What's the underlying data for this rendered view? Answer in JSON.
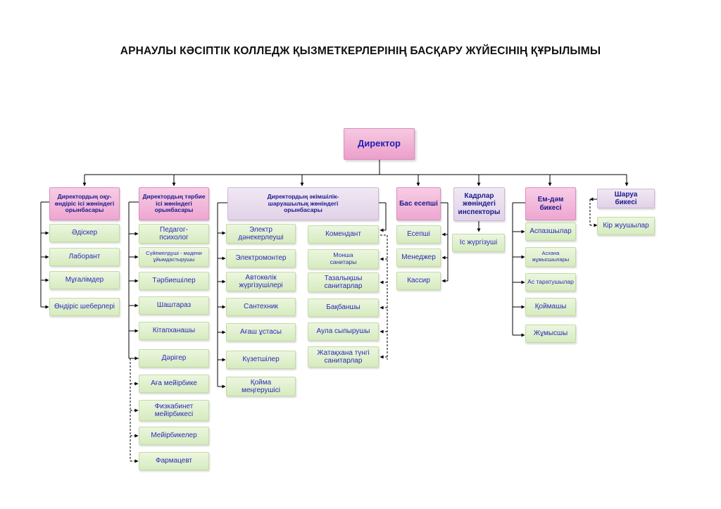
{
  "title": "АРНАУЛЫ КӘСІПТІК КОЛЛЕДЖ ҚЫЗМЕТКЕРЛЕРІНІҢ БАСҚАРУ ЖҮЙЕСІНІҢ ҚҰРЫЛЫМЫ",
  "director": "Директор",
  "heads": {
    "edu": "Директордың оқу-өндіріс ісі жөніндегі орынбасары",
    "upbringing": "Директордың тәрбие ісі жөніндегі орынбасары",
    "admin": "Директордың әкімшілік-шаруашылық жөніндегі орынбасары",
    "accountant": "Бас есепші",
    "hr": "Кадрлар жөніндегі инспекторы",
    "nurse": "Ем-дәм бикесі",
    "housekeeper": "Шаруа бикесі"
  },
  "edu_items": [
    "Әдіскер",
    "Лаборант",
    "Мұғалімдер",
    "Өндіріс шеберлері"
  ],
  "upbringing_items": [
    "Педагог-психолог",
    "Сүйемелдуші - мәдени ұйымдастырушы",
    "Тәрбиешілер",
    "Шаштараз",
    "Кітапханашы",
    "Дәрігер"
  ],
  "medical_items": [
    "Аға мейірбике",
    "Физкабинет мейірбикесі",
    "Мейірбикелер",
    "Фармацевт"
  ],
  "admin_left": [
    "Электр дәнекерлеуші",
    "Электромонтер",
    "Автокөлік жүргізушілері",
    "Сантехник",
    "Ағаш ұстасы",
    "Күзетшілер",
    "Қойма меңгерушісі"
  ],
  "admin_right": [
    "Комендант",
    "Монша санитары",
    "Тазалықшы санитарлар",
    "Бақбаншы",
    "Аула сыпырушы",
    "Жатақхана түнгі санитарлар"
  ],
  "accountant_items": [
    "Есепші",
    "Менеджер",
    "Кассир"
  ],
  "hr_items": [
    "Іс жүргізуші"
  ],
  "nurse_items": [
    "Аспазшылар",
    "Асхана жұмысшылары",
    "Ас таратушылар",
    "Қоймашы",
    "Жұмысшы"
  ],
  "housekeeper_items": [
    "Кір жуушылар"
  ]
}
